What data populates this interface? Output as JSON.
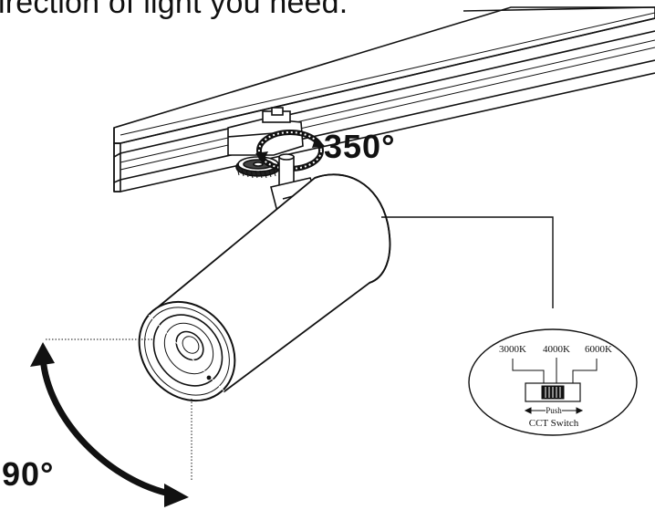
{
  "caption": {
    "top_text": "irection of light you need."
  },
  "rotation": {
    "horizontal_label": "350°",
    "vertical_label": "90°"
  },
  "cct_switch": {
    "options": [
      "3000K",
      "4000K",
      "6000K"
    ],
    "push_label": "Push",
    "title": "CCT Switch"
  },
  "colors": {
    "line": "#111111",
    "background": "#ffffff"
  }
}
